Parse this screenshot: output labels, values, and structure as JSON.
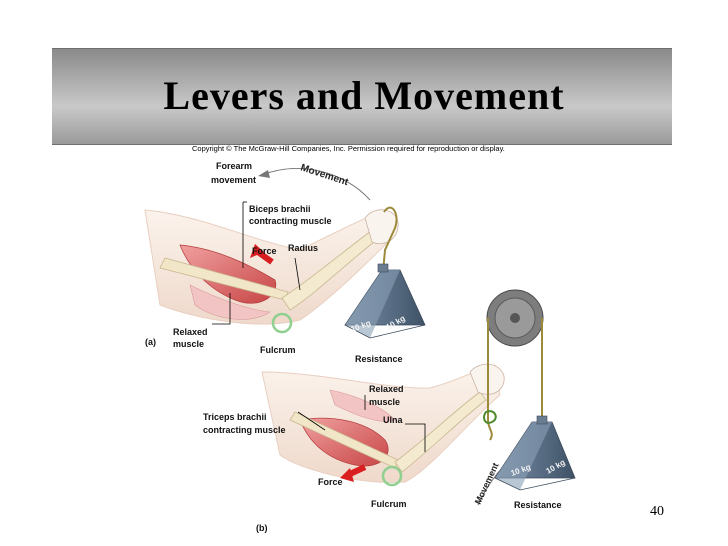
{
  "slide": {
    "title": "Levers and Movement",
    "copyright": "Copyright © The McGraw-Hill Companies, Inc. Permission required for reproduction or display.",
    "page_number": "40"
  },
  "figure_a": {
    "panel_label": "(a)",
    "forearm_movement": [
      "Forearm",
      "movement"
    ],
    "movement_arc": "Movement",
    "biceps": [
      "Biceps brachii",
      "contracting muscle"
    ],
    "force": "Force",
    "radius": "Radius",
    "relaxed_muscle": [
      "Relaxed",
      "muscle"
    ],
    "fulcrum": "Fulcrum",
    "resistance": "Resistance",
    "weight_text": [
      "10 kg",
      "10 kg"
    ]
  },
  "figure_b": {
    "panel_label": "(b)",
    "relaxed_muscle": [
      "Relaxed",
      "muscle"
    ],
    "ulna": "Ulna",
    "triceps": [
      "Triceps brachii",
      "contracting muscle"
    ],
    "force": "Force",
    "fulcrum": "Fulcrum",
    "movement_arc": "Movement",
    "resistance": "Resistance",
    "weight_text": [
      "10 kg",
      "10 kg"
    ]
  }
}
